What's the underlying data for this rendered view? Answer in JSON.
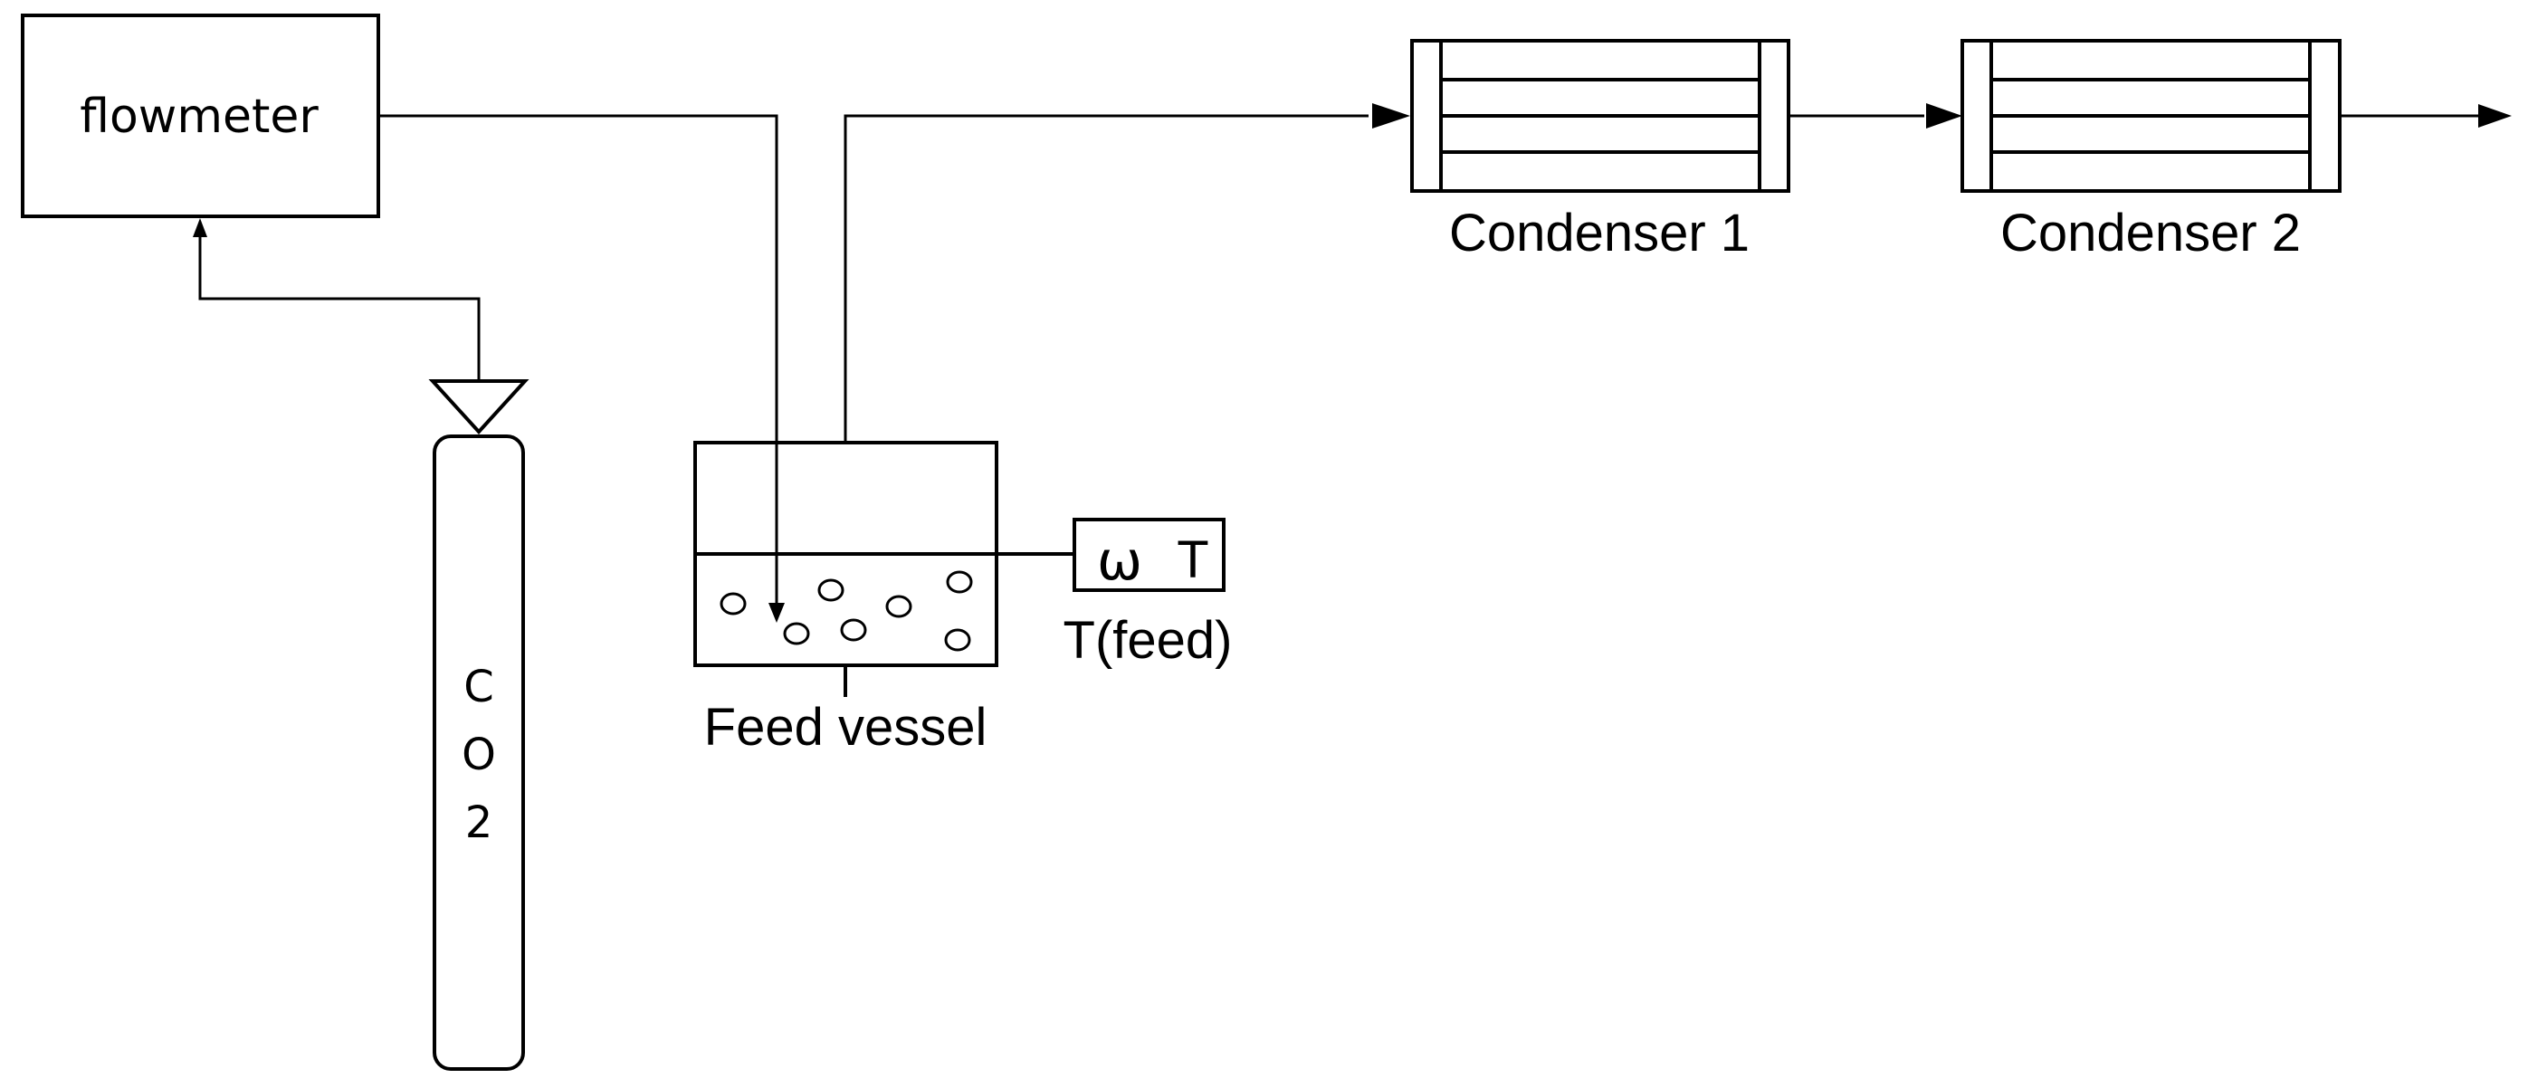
{
  "labels": {
    "flowmeter": "flowmeter",
    "co2_c": "C",
    "co2_o": "O",
    "co2_2": "2",
    "feed_vessel": "Feed vessel",
    "thermo_symbol": "ω",
    "thermo_t": "T",
    "t_feed": "T(feed)",
    "condenser_1": "Condenser 1",
    "condenser_2": "Condenser 2"
  }
}
